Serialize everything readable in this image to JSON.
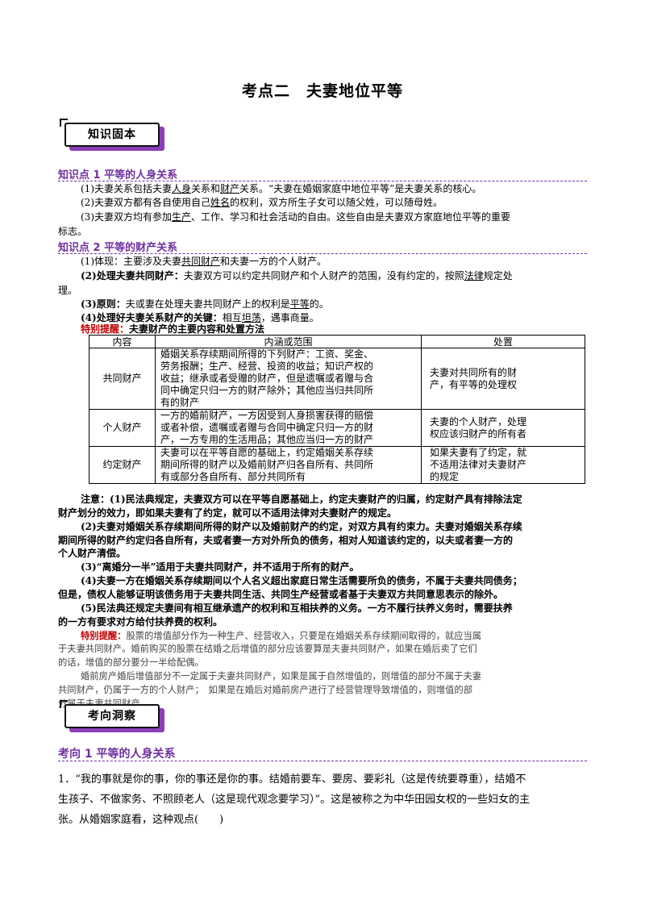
{
  "title": "考点二　夫妻地位平等",
  "badge1": "知识固本",
  "badge2": "考向洞察",
  "k1": {
    "heading": "知识点 1  平等的人身关系",
    "l1_a": "(1)夫妻关系包括夫妻",
    "l1_u1": "人身",
    "l1_b": "关系和",
    "l1_u2": "财产",
    "l1_c": "关系。“夫妻在婚姻家庭中地位平等”是夫妻关系的核心。",
    "l2_a": "(2)夫妻双方都有各自使用自己",
    "l2_u": "姓名",
    "l2_b": "的权利，双方所生子女可以随父姓，可以随母姓。",
    "l3_a": "(3)夫妻双方均有参加",
    "l3_u": "生产",
    "l3_b": "、工作、学习和社会活动的自由。这些自由是夫妻双方家庭地位平等的重要",
    "l3_cont": "标志。"
  },
  "k2": {
    "heading": "知识点 2  平等的财产关系",
    "l1_a": "(1)体现：主要涉及夫妻",
    "l1_u": "共同财产",
    "l1_b": "和夫妻一方的个人财产。",
    "l2_bold": "(2)处理夫妻共同财产：",
    "l2_a": "夫妻双方可以约定共同财产和个人财产的范围，没有约定的，按照",
    "l2_u": "法律",
    "l2_b": "规定处",
    "l2_cont": "理。",
    "l3_bold": "(3)原则：",
    "l3_a": "夫或妻在处理夫妻共同财产上的权利是",
    "l3_u": "平等",
    "l3_b": "的。",
    "l4_bold": "(4)处理好夫妻关系财产的关键：",
    "l4_a": "相互",
    "l4_u": "坦荡",
    "l4_b": "，遇事商量。",
    "tip_label": "特别提醒：",
    "tip_text": "夫妻财产的主要内容和处置方法"
  },
  "table": {
    "headers": [
      "内容",
      "内涵或范围",
      "处置"
    ],
    "rows": [
      {
        "name": "共同财产",
        "scope": [
          "婚姻关系存续期间所得的下列财产：工资、奖金、",
          "劳务报酬；生产、经营、投资的收益；知识产权的",
          "收益；继承或者受赠的财产，但是遗嘱或者赠与合",
          "同中确定只归一方的财产除外；其他应当归共同所",
          "有的财产"
        ],
        "handle": [
          "夫妻对共同所有的财",
          "产，有平等的处理权"
        ]
      },
      {
        "name": "个人财产",
        "scope": [
          "一方的婚前财产，一方因受到人身损害获得的赔偿",
          "或者补偿，遗嘱或者赠与合同中确定只归一方的财",
          "产，一方专用的生活用品；其他应当归一方的财产"
        ],
        "handle": [
          "夫妻的个人财产，处理",
          "权应该归财产的所有者"
        ]
      },
      {
        "name": "约定财产",
        "scope": [
          "夫妻可以在平等自愿的基础上，约定婚姻关系存续",
          "期间所得的财产以及婚前财产归各自所有、共同所",
          "有或部分各自所有、部分共同所有"
        ],
        "handle": [
          "如果夫妻有了约定，就",
          "不适用法律对夫妻财产",
          "的规定"
        ]
      }
    ]
  },
  "notes": {
    "n1_a": "注意：(1)民法典规定，夫妻双方可以在平等自愿基础上，约定夫妻财产的归属，约定财产具有排除法定",
    "n1_b": "财产划分的效力，即如果夫妻有了约定，就可以不适用法律对夫妻财产的规定。",
    "n2_a": "(2)夫妻对婚姻关系存续期间所得的财产以及婚前财产的约定，对双方具有约束力。夫妻对婚姻关系存续",
    "n2_b": "期间所得的财产约定归各自所有，夫或者妻一方对外所负的债务，相对人知道该约定的，以夫或者妻一方的",
    "n2_c": "个人财产清偿。",
    "n3": "(3)“离婚分一半”适用于夫妻共同财产，并不适用于所有的财产。",
    "n4_a": "(4)夫妻一方在婚姻关系存续期间以个人名义超出家庭日常生活需要所负的债务，不属于夫妻共同债务；",
    "n4_b": "但是，债权人能够证明该债务用于夫妻共同生活、共同生产经营或者基于夫妻双方共同意思表示的除外。",
    "n5_a": "(5)民法典还规定夫妻间有相互继承遗产的权利和互相扶养的义务。一方不履行扶养义务时，需要扶养",
    "n5_b": "的一方有要求对方给付扶养费的权利。"
  },
  "tip2": {
    "label": "特别提醒：",
    "p1_a": "股票的增值部分作为一种生产、经营收入，只要是在婚姻关系存续期间取得的，就应当属",
    "p1_b": "于夫妻共同财产。婚前购买的股票在结婚之后增值的部分应该要算是夫妻共同财产，如果在婚后卖了它们",
    "p1_c": "的话，增值的部分要分一半给配偶。",
    "p2_a": "婚前房产婚后增值部分不一定属于夫妻共同财产，如果是属于自然增值的，则增值的部分不属于夫妻",
    "p2_b": "共同财产，仍属于一方的个人财产；　如果是在婚后对婚前房产进行了经营管理导致增值的，则增值的部",
    "p2_c": "分属于夫妻共同财产。"
  },
  "kx1": {
    "heading": "考向 1  平等的人身关系",
    "q1_a": "1．“我的事就是你的事，你的事还是你的事。结婚前要车、要房、要彩礼（这是传统要尊重），结婚不",
    "q1_b": "生孩子、不做家务、不照顾老人（这是现代观念要学习）”。这是被称之为中华田园女权的一些妇女的主",
    "q1_c": "张。从婚姻家庭看，这种观点(　　)"
  }
}
